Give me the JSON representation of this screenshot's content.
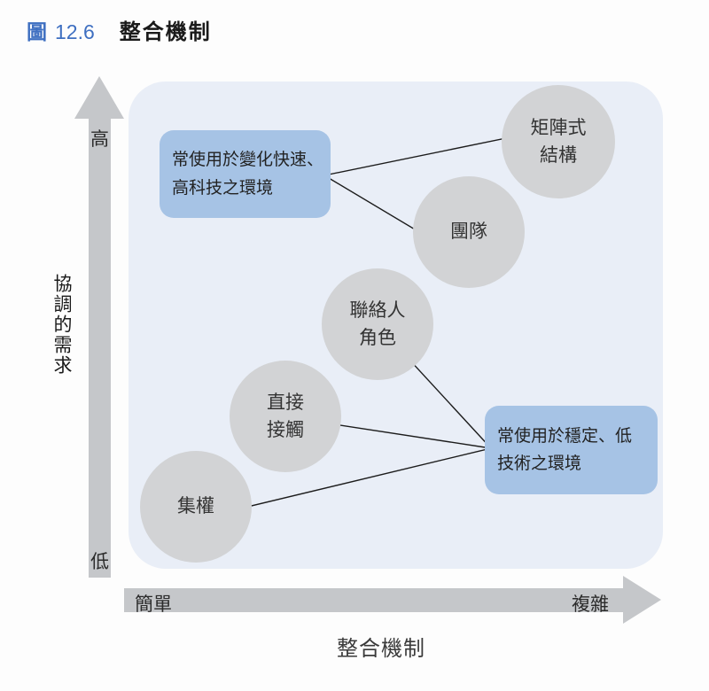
{
  "header": {
    "figure_label": "圖",
    "figure_number": "12.6",
    "title": "整合機制"
  },
  "axes": {
    "y_label": "協調的需求",
    "y_high": "高",
    "y_low": "低",
    "x_label": "整合機制",
    "x_left": "簡單",
    "x_right": "複雜"
  },
  "nodes": [
    {
      "id": "centralization",
      "label": "集權"
    },
    {
      "id": "direct-contact",
      "label": "直接\n接觸"
    },
    {
      "id": "liaison-role",
      "label": "聯絡人\n角色"
    },
    {
      "id": "teams",
      "label": "團隊"
    },
    {
      "id": "matrix-structure",
      "label": "矩陣式\n結構"
    }
  ],
  "annotations": [
    {
      "id": "high-tech-environment",
      "text": "常使用於變化快速、\n高科技之環境"
    },
    {
      "id": "low-tech-environment",
      "text": "常使用於穩定、低\n技術之環境"
    }
  ],
  "colors": {
    "accent_blue": "#3e6fc1",
    "annotation_blue": "#a6c3e5",
    "node_gray": "#d2d3d5",
    "plot_background": "#e9eef7",
    "arrow_gray": "#c5c7ca",
    "connector_line": "#1c1c1c"
  }
}
